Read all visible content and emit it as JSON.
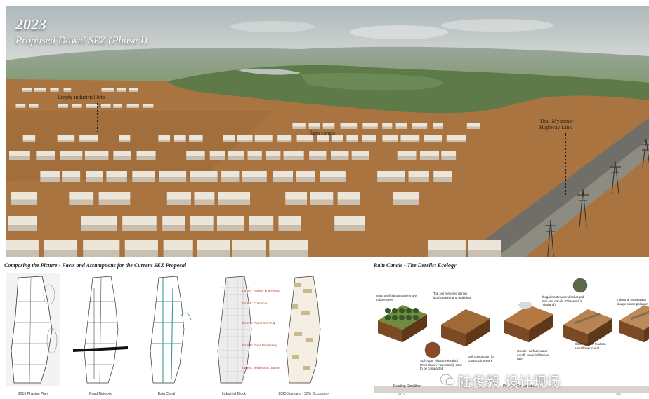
{
  "hero": {
    "year": "2023",
    "title": "Proposed Dawei SEZ (Phase I)",
    "callouts": {
      "empty_lots": "Empty industrial lots",
      "rain_canals": "Rain canals",
      "highway": "Thai-Myanmar Highway Link"
    }
  },
  "left_panel": {
    "title": "Composing the Picture - Facts and Assumptions for the Current SEZ Proposal",
    "plans": [
      {
        "caption": "2015 Phasing Plan"
      },
      {
        "caption": "Road Network"
      },
      {
        "caption": "Rain Canal"
      },
      {
        "caption": "Industrial Block"
      },
      {
        "caption": "2023 Scenario - 30% Occupancy"
      }
    ],
    "zone_labels": [
      "Zone A: Rubber and Plastic",
      "Zone B: Chemical",
      "Zone C: Paper and Pulp",
      "Zone D: Food Processing",
      "Zone E: Textile and Leather"
    ]
  },
  "right_panel": {
    "title": "Rain Canals - The Derelict Ecology",
    "notes": {
      "plantations": "Most artificial plantations are rubber trees",
      "top_soil": "Top soil removed during land clearing and grubbing",
      "soil_type": "Soil Type: Rhodic Ferralsol (Red Brown Forest Soil), easy to be compacted",
      "compaction": "Soil compaction for construction work",
      "runoff": "Greater surface water runoff, lower infiltration rate",
      "illegal": "Illegal wastewater discharged into rain canals (Observed in Thailand)",
      "erosion": "Canal erosion leads to a shallower canal",
      "industrial": "Industrial wastewater sludge cause pollution"
    },
    "timeline": {
      "existing": "Existing Condition",
      "phase": "Phase 1 Construction",
      "year_start": "2015",
      "year_end": "2023"
    }
  },
  "watermark": {
    "text": "陆俊毅 设计现场"
  },
  "colors": {
    "soil": "#a9743f",
    "building": "#e9e2d6",
    "forest": "#5d7a48",
    "sky": "#c2cacc"
  }
}
